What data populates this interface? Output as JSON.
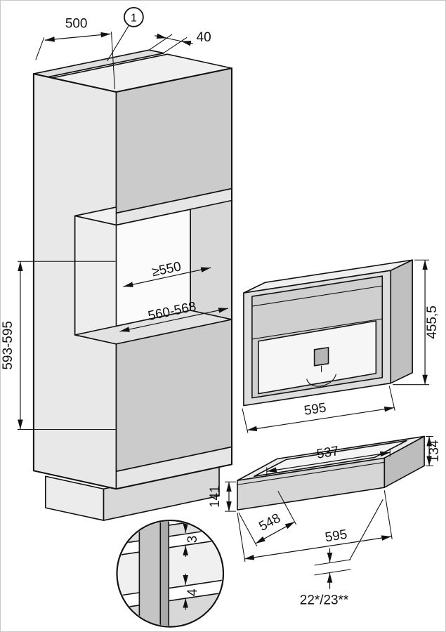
{
  "colors": {
    "line": "#111111",
    "panel_light": "#ececec",
    "panel_mid": "#cbcbcb",
    "panel_dark": "#a9a9a9",
    "background": "#ffffff"
  },
  "cabinet": {
    "callout": "1",
    "depth": "500",
    "top_gap": "40",
    "niche_min_width": "≥550",
    "niche_opening_width": "560-568",
    "niche_height": "593-595"
  },
  "appliance": {
    "height": "455,5",
    "width": "595"
  },
  "drawer": {
    "rear_height": "134",
    "inner_width": "537",
    "front_height": "141",
    "depth": "548",
    "width": "595",
    "front_panel": "22*/23**"
  },
  "detail": {
    "gap_top": "3",
    "gap_bottom": "4"
  }
}
